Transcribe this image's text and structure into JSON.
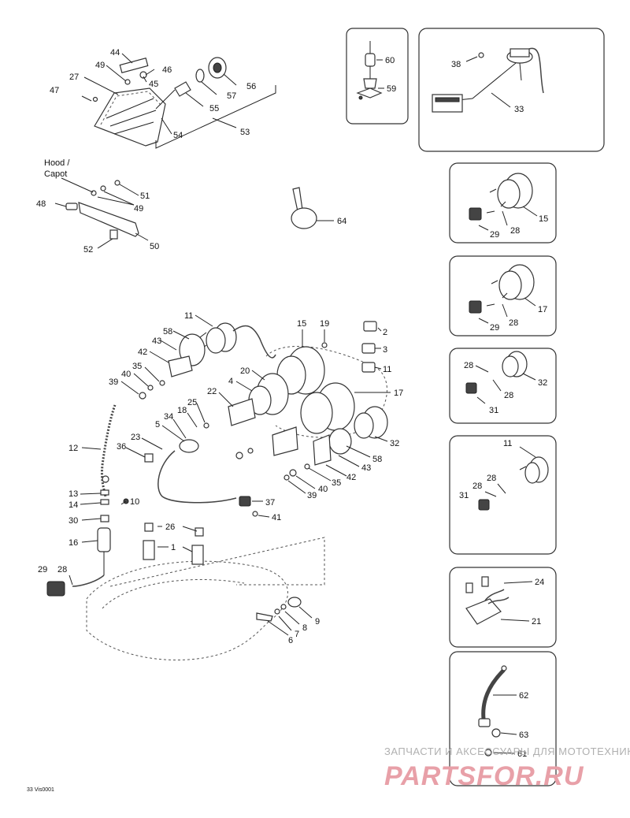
{
  "hood_label_line1": "Hood /",
  "hood_label_line2": "Capot",
  "drawing_code": "33 Vis0001",
  "watermark": {
    "line1": "ЗАПЧАСТИ И АКСЕССУАРЫ ДЛЯ МОТОТЕХНИКИ",
    "line2": "PARTSFOR.RU"
  },
  "callouts": {
    "c44": "44",
    "c49a": "49",
    "c46": "46",
    "c45": "45",
    "c27": "27",
    "c47": "47",
    "c56": "56",
    "c57": "57",
    "c55": "55",
    "c54": "54",
    "c53": "53",
    "c60": "60",
    "c59": "59",
    "c38": "38",
    "c33": "33",
    "c51": "51",
    "c49b": "49",
    "c48": "48",
    "c50": "50",
    "c52": "52",
    "c64": "64",
    "i15": "15",
    "i15_29": "29",
    "i15_28": "28",
    "i17": "17",
    "i17_29": "29",
    "i17_28": "28",
    "i32_28a": "28",
    "i32_28b": "28",
    "i32": "32",
    "i32_31": "31",
    "i11": "11",
    "i11_28a": "28",
    "i11_28b": "28",
    "i11_31": "31",
    "i24": "24",
    "i21": "21",
    "i62": "62",
    "i63": "63",
    "i61": "61",
    "m11a": "11",
    "m58a": "58",
    "m43a": "43",
    "m42a": "42",
    "m35a": "35",
    "m40a": "40",
    "m39a": "39",
    "m15": "15",
    "m19": "19",
    "m2": "2",
    "m3": "3",
    "m11b": "11",
    "m20": "20",
    "m4": "4",
    "m17": "17",
    "m22": "22",
    "m25": "25",
    "m18": "18",
    "m34": "34",
    "m5": "5",
    "m23": "23",
    "m36": "36",
    "m12": "12",
    "m32": "32",
    "m58b": "58",
    "m43b": "43",
    "m42b": "42",
    "m35b": "35",
    "m40b": "40",
    "m39b": "39",
    "m13": "13",
    "m14": "14",
    "m10": "10",
    "m30": "30",
    "m16": "16",
    "m37": "37",
    "m41": "41",
    "m26": "26",
    "m1": "1",
    "m29": "29",
    "m28": "28",
    "m9": "9",
    "m8": "8",
    "m7": "7",
    "m6": "6"
  }
}
